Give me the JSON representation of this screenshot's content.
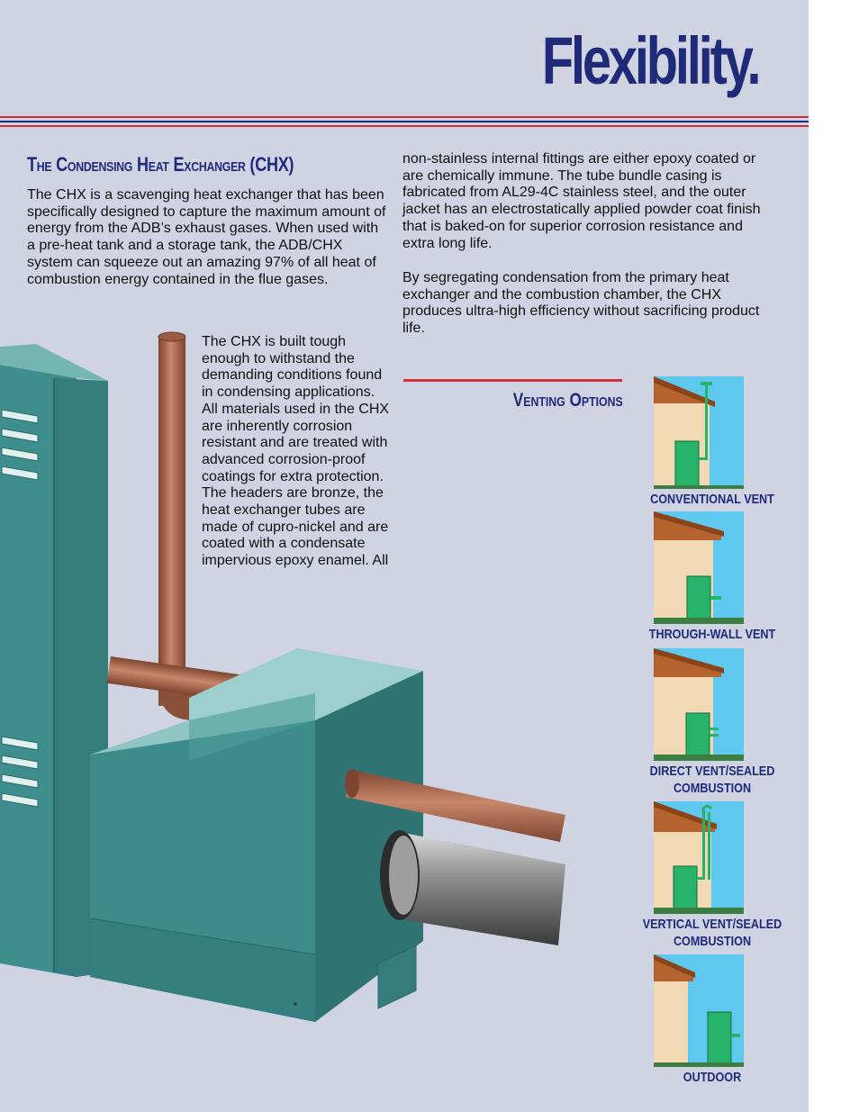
{
  "title": "Flexibility.",
  "chx": {
    "heading": "The Condensing Heat Exchanger (CHX)",
    "para1": "The CHX is a scavenging heat exchanger that has been specifically designed to capture the maximum amount of energy from the ADB’s exhaust gases. When used with a pre-heat tank and a storage tank, the ADB/CHX system can squeeze out an amazing 97% of all heat of combustion energy  contained in the flue gases.",
    "para2": "The CHX is built tough enough to withstand the demanding conditions found in condensing applications. All materials used in the CHX are inherently corrosion resistant and are treated with advanced corrosion-proof coatings for extra protection. The headers are bronze, the heat exchanger tubes are made of cupro-nickel and are coated with a condensate impervious epoxy enamel. All",
    "para3": "non-stainless internal fittings are either epoxy coated or are chemically immune. The tube bundle casing is fabricated from AL29-4C stainless steel, and the outer jacket has an electrostatically applied powder coat finish that is baked-on for superior corrosion resistance and extra long life.",
    "para4": "By segregating condensation from the primary heat exchanger and the combustion chamber, the CHX produces ultra-high efficiency without sacrificing product life."
  },
  "venting": {
    "heading": "Venting Options",
    "options": [
      {
        "label": "CONVENTIONAL VENT"
      },
      {
        "label": "THROUGH-WALL VENT"
      },
      {
        "label": "DIRECT VENT/SEALED COMBUSTION"
      },
      {
        "label": "VERTICAL VENT/SEALED COMBUSTION"
      },
      {
        "label": "OUTDOOR"
      }
    ]
  },
  "colors": {
    "brand_blue": "#1f2a78",
    "accent_red": "#cc2f3d",
    "background": "#cfd3e2",
    "unit_teal": "#3e8f8f",
    "pipe_copper": "#a8664a"
  }
}
